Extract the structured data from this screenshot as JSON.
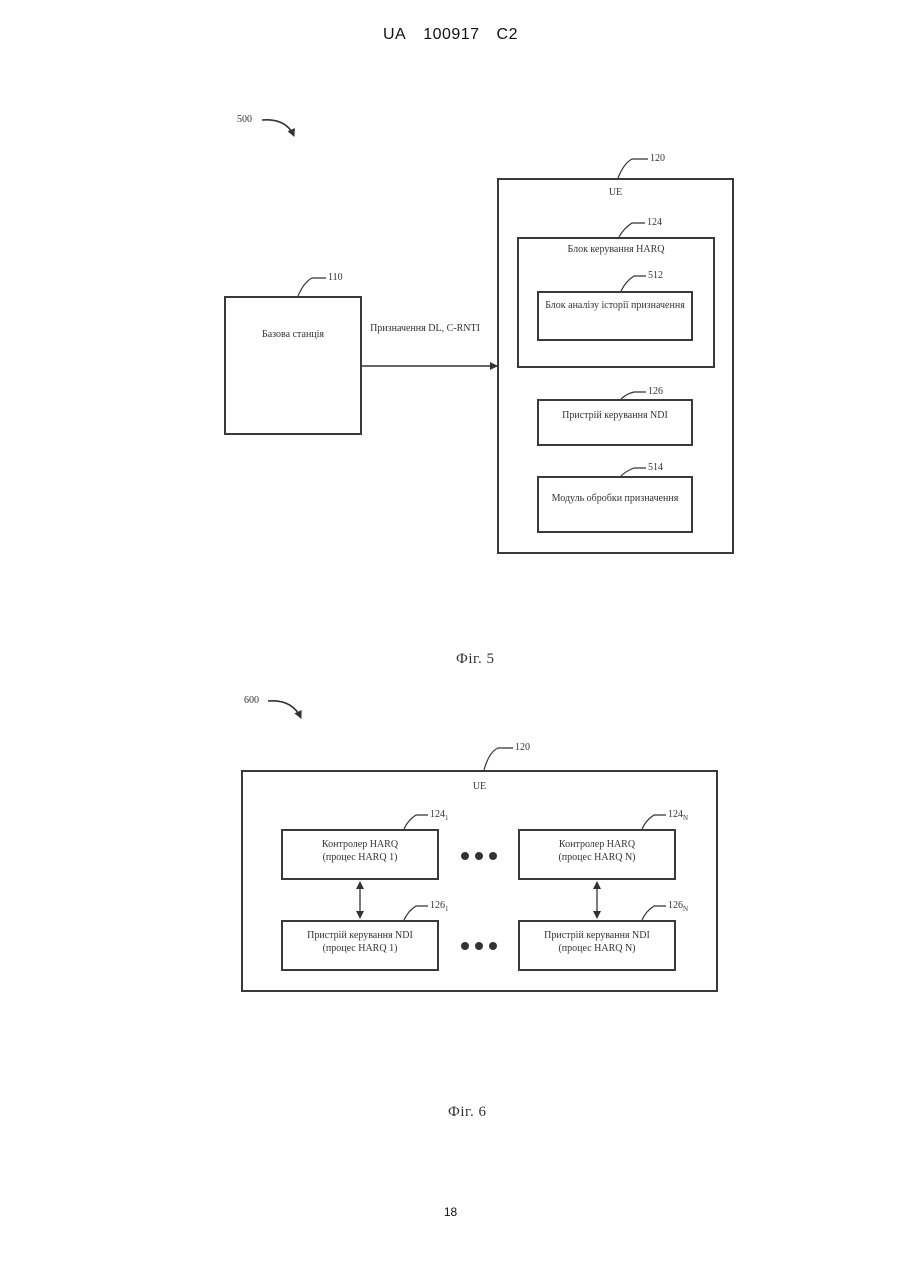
{
  "header": {
    "country": "UA",
    "number": "100917",
    "kind": "C2"
  },
  "page_number": "18",
  "fig5": {
    "ref": "500",
    "caption": "Фіг. 5",
    "base_station": {
      "ref": "110",
      "label": "Базова станція"
    },
    "arrow_label": "Призначення DL, C-RNTI",
    "ue": {
      "ref": "120",
      "title": "UE"
    },
    "harq_block": {
      "ref": "124",
      "label": "Блок керування HARQ"
    },
    "history_block": {
      "ref": "512",
      "label": "Блок аналізу історії призначення"
    },
    "ndi_device": {
      "ref": "126",
      "label": "Пристрій керування NDI"
    },
    "assign_module": {
      "ref": "514",
      "label": "Модуль обробки призначення"
    }
  },
  "fig6": {
    "ref": "600",
    "caption": "Фіг. 6",
    "ue": {
      "ref": "120",
      "title": "UE"
    },
    "harq_1": {
      "ref": "124",
      "ref_sub": "1",
      "line1": "Контролер HARQ",
      "line2": "(процес HARQ 1)"
    },
    "harq_n": {
      "ref": "124",
      "ref_sub": "N",
      "line1": "Контролер HARQ",
      "line2": "(процес HARQ N)"
    },
    "ndi_1": {
      "ref": "126",
      "ref_sub": "1",
      "line1": "Пристрій керування NDI",
      "line2": "(процес HARQ 1)"
    },
    "ndi_n": {
      "ref": "126",
      "ref_sub": "N",
      "line1": "Пристрій керування NDI",
      "line2": "(процес HARQ N)"
    }
  }
}
